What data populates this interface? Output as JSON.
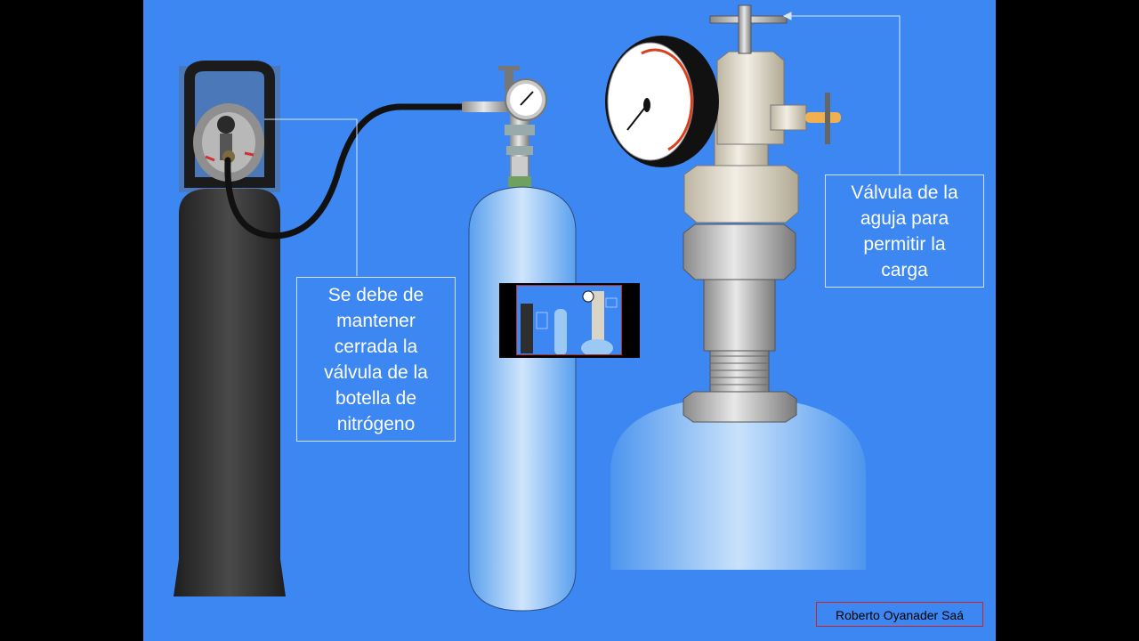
{
  "slide": {
    "background": "#3d87f2",
    "callout_left": {
      "lines": [
        "Se debe de",
        "mantener",
        "cerrada la",
        "válvula de la",
        "botella de",
        "nitrógeno"
      ]
    },
    "callout_right": {
      "lines": [
        "Válvula de la",
        "aguja para",
        "permitir la",
        "carga"
      ]
    },
    "author": "Roberto Oyanader Saá"
  },
  "colors": {
    "slide_blue": "#3d87f2",
    "nitrogen_bottle": "#2e2e2e",
    "small_cylinder": "#7fb8f2",
    "gauge_arc": "#d9411e",
    "valve_handle": "#f0b050",
    "author_border": "#cc2222"
  },
  "icons": [
    "nitrogen-bottle",
    "charging-hose",
    "pressure-gauge-icon",
    "needle-valve-icon",
    "accumulator-cylinder",
    "video-thumbnail"
  ]
}
